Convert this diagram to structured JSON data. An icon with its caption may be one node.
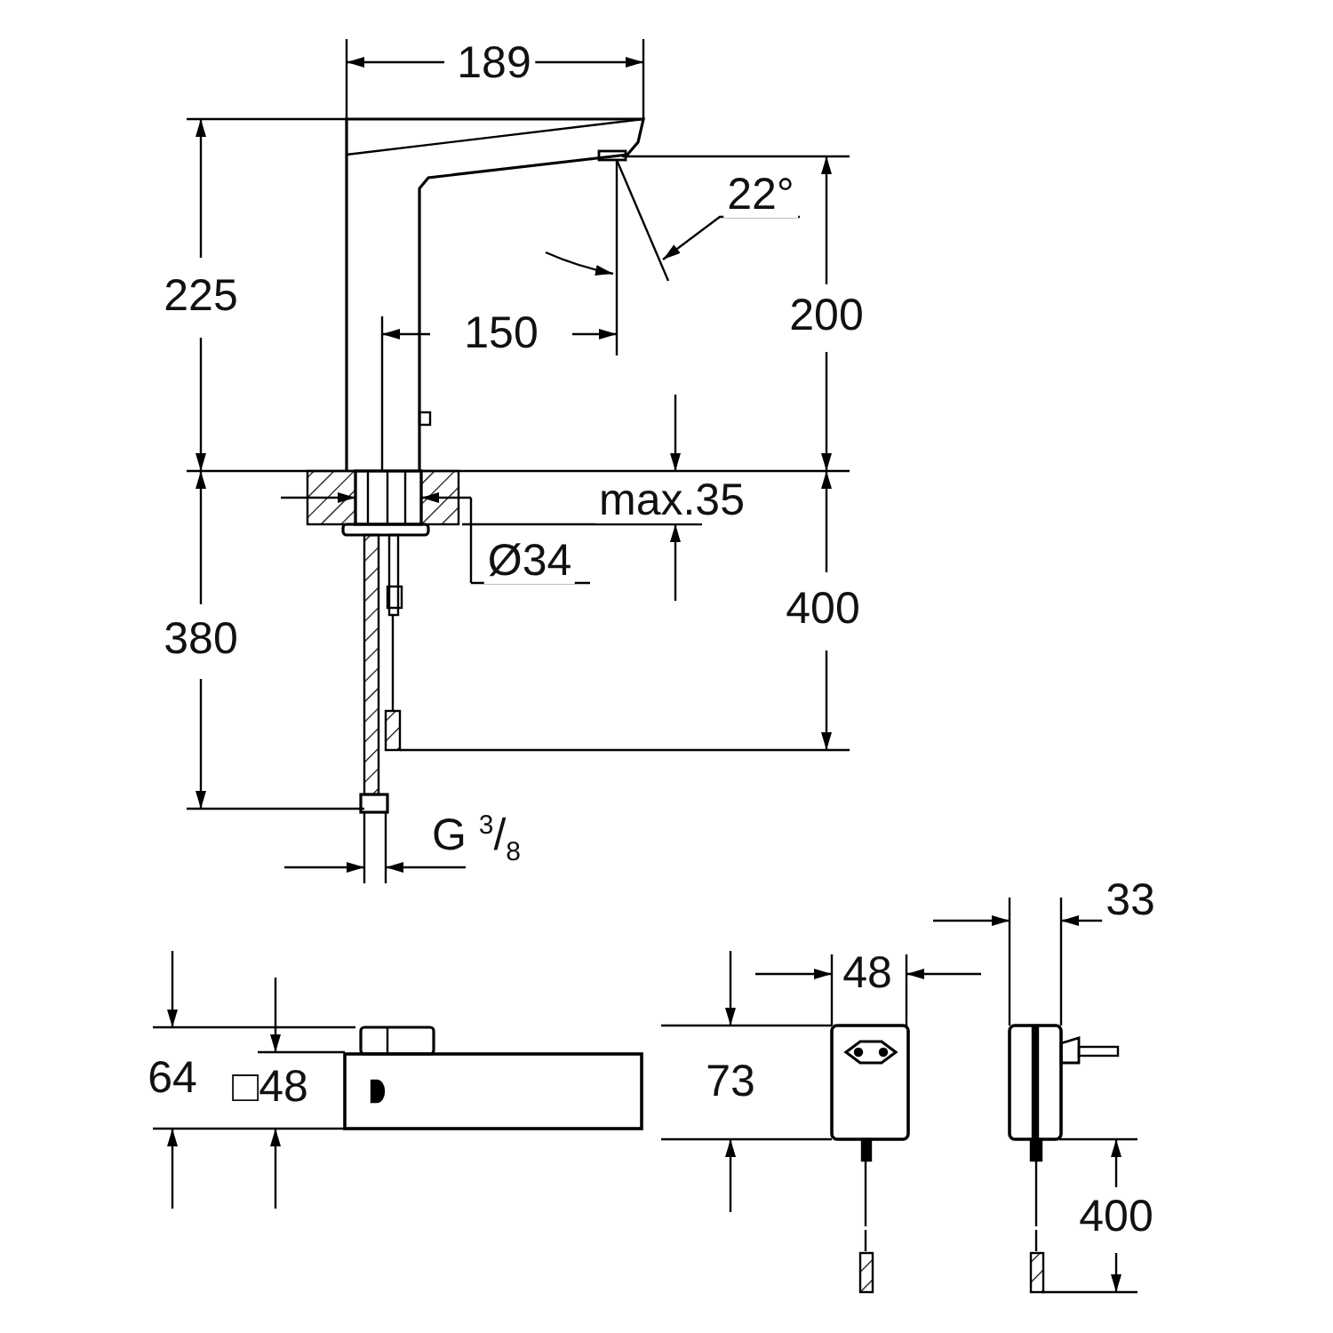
{
  "diagram": {
    "labels": [
      "189",
      "225",
      "22°",
      "150",
      "200",
      "max.35",
      "Ø34",
      "380",
      "400",
      "G $^{3}$/$_{8}$",
      "33",
      "48",
      "64",
      "□48",
      "73",
      "400"
    ]
  }
}
